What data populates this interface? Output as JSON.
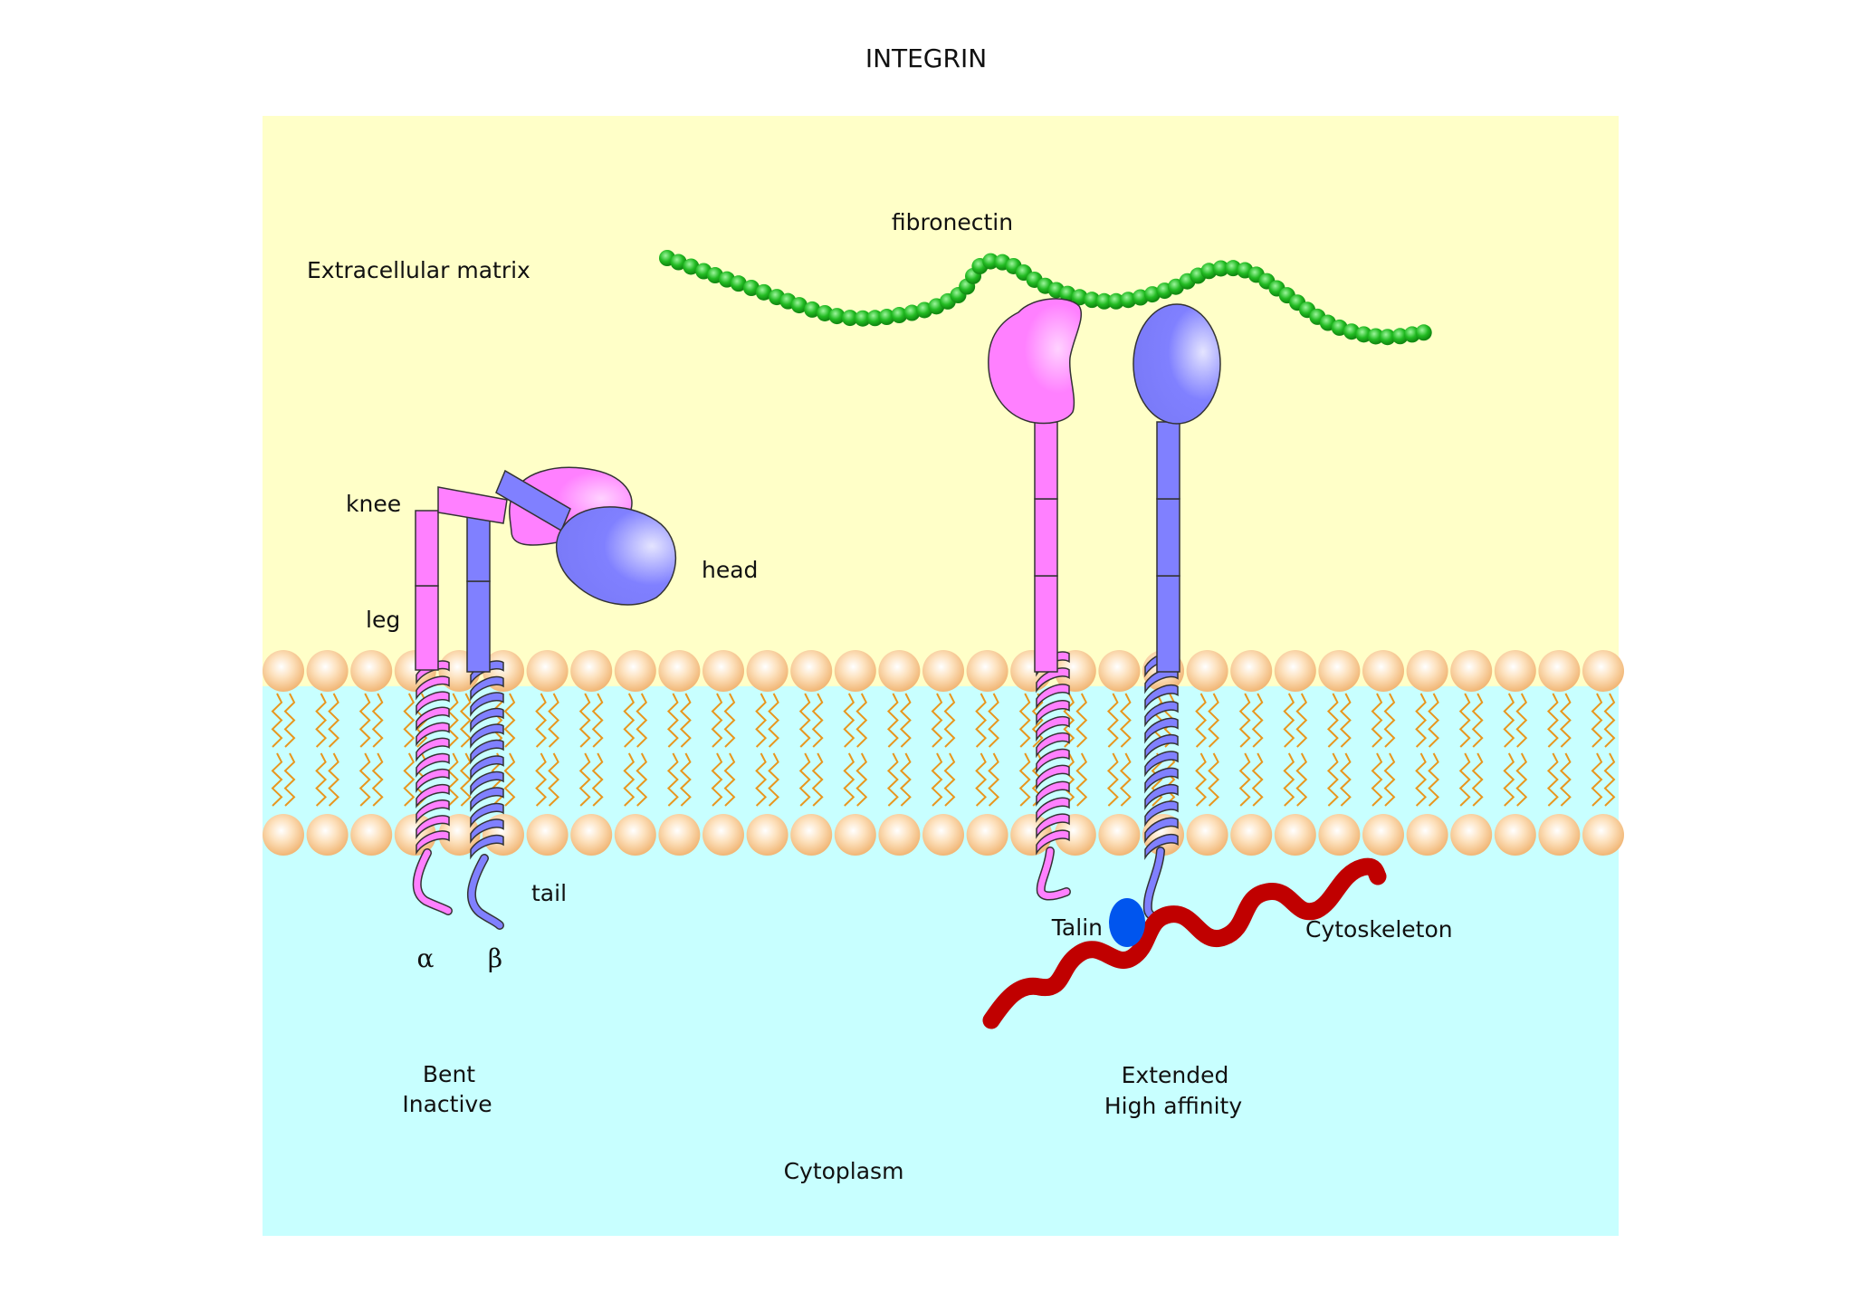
{
  "title": "INTEGRIN",
  "regions": {
    "extracellular": "Extracellular matrix",
    "cytoplasm": "Cytoplasm"
  },
  "labels": {
    "fibronectin": "fibronectin",
    "knee": "knee",
    "leg": "leg",
    "head": "head",
    "tail": "tail",
    "alpha": "α",
    "beta": "β",
    "talin": "Talin",
    "cytoskeleton": "Cytoskeleton"
  },
  "states": {
    "bent_line1": "Bent",
    "bent_line2": "Inactive",
    "extended_line1": "Extended",
    "extended_line2": "High affinity"
  },
  "colors": {
    "extracellular_bg": "#ffffc8",
    "cytoplasm_bg": "#c8ffff",
    "alpha_subunit": "#ff80ff",
    "beta_subunit": "#8080ff",
    "fibronectin": "#22bb22",
    "lipid_head": "#f5c890",
    "lipid_tail": "#e8961e",
    "talin": "#0055ee",
    "actin": "#c00000"
  }
}
